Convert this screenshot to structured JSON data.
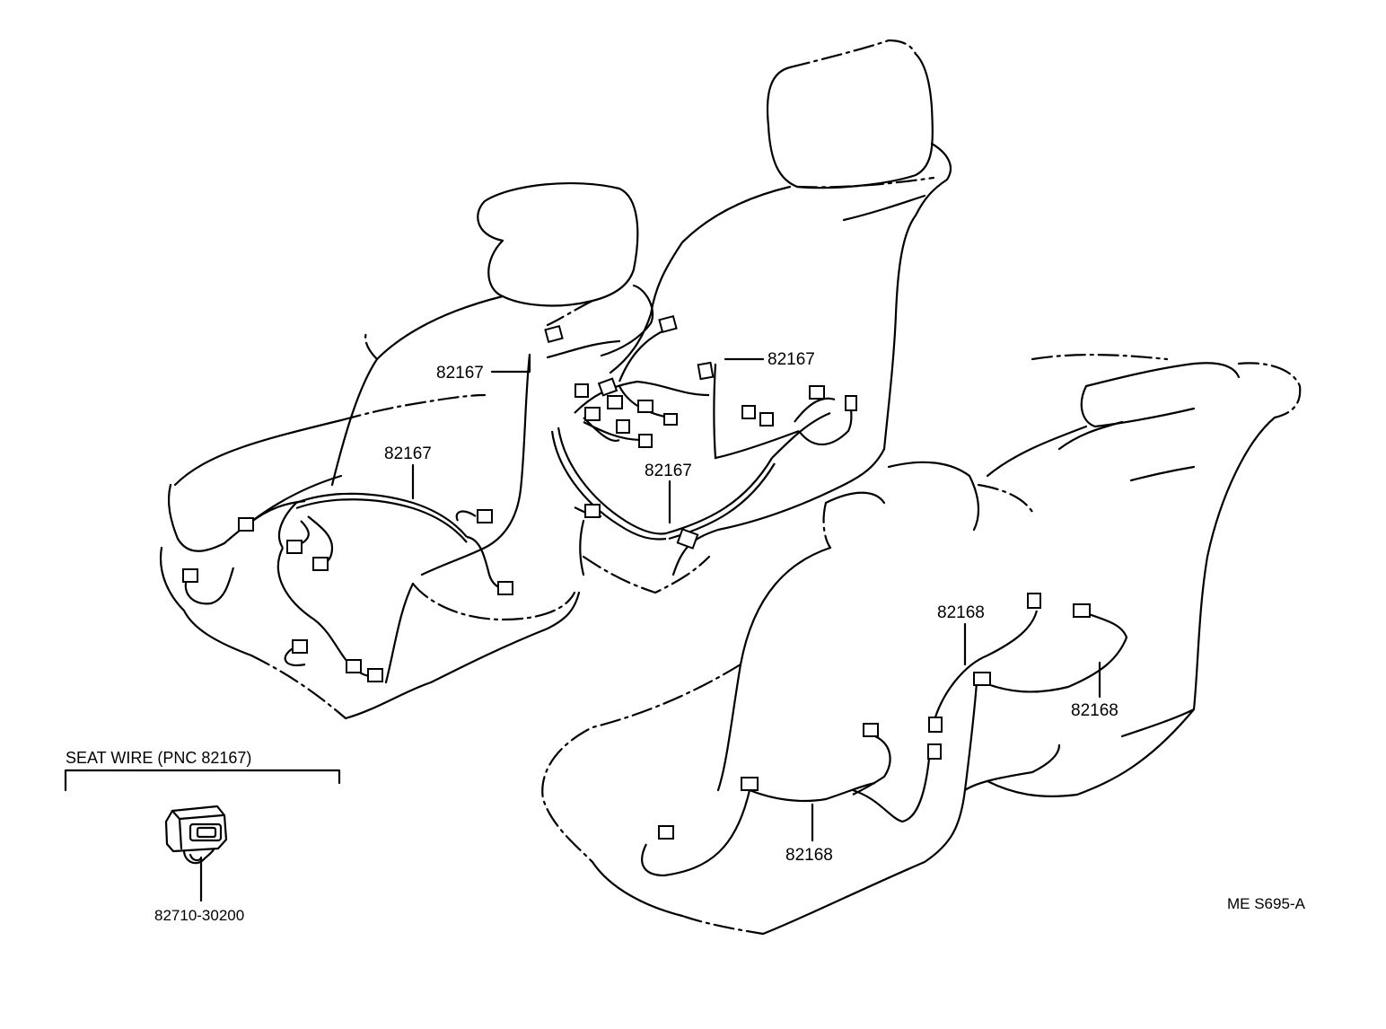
{
  "callouts": {
    "c1": "82167",
    "c2": "82167",
    "c3": "82167",
    "c4": "82167",
    "c5": "82168",
    "c6": "82168",
    "c7": "82168"
  },
  "legend": {
    "title": "SEAT WIRE (PNC 82167)",
    "part_number": "82710-30200"
  },
  "drawing_code": "ME S695-A"
}
